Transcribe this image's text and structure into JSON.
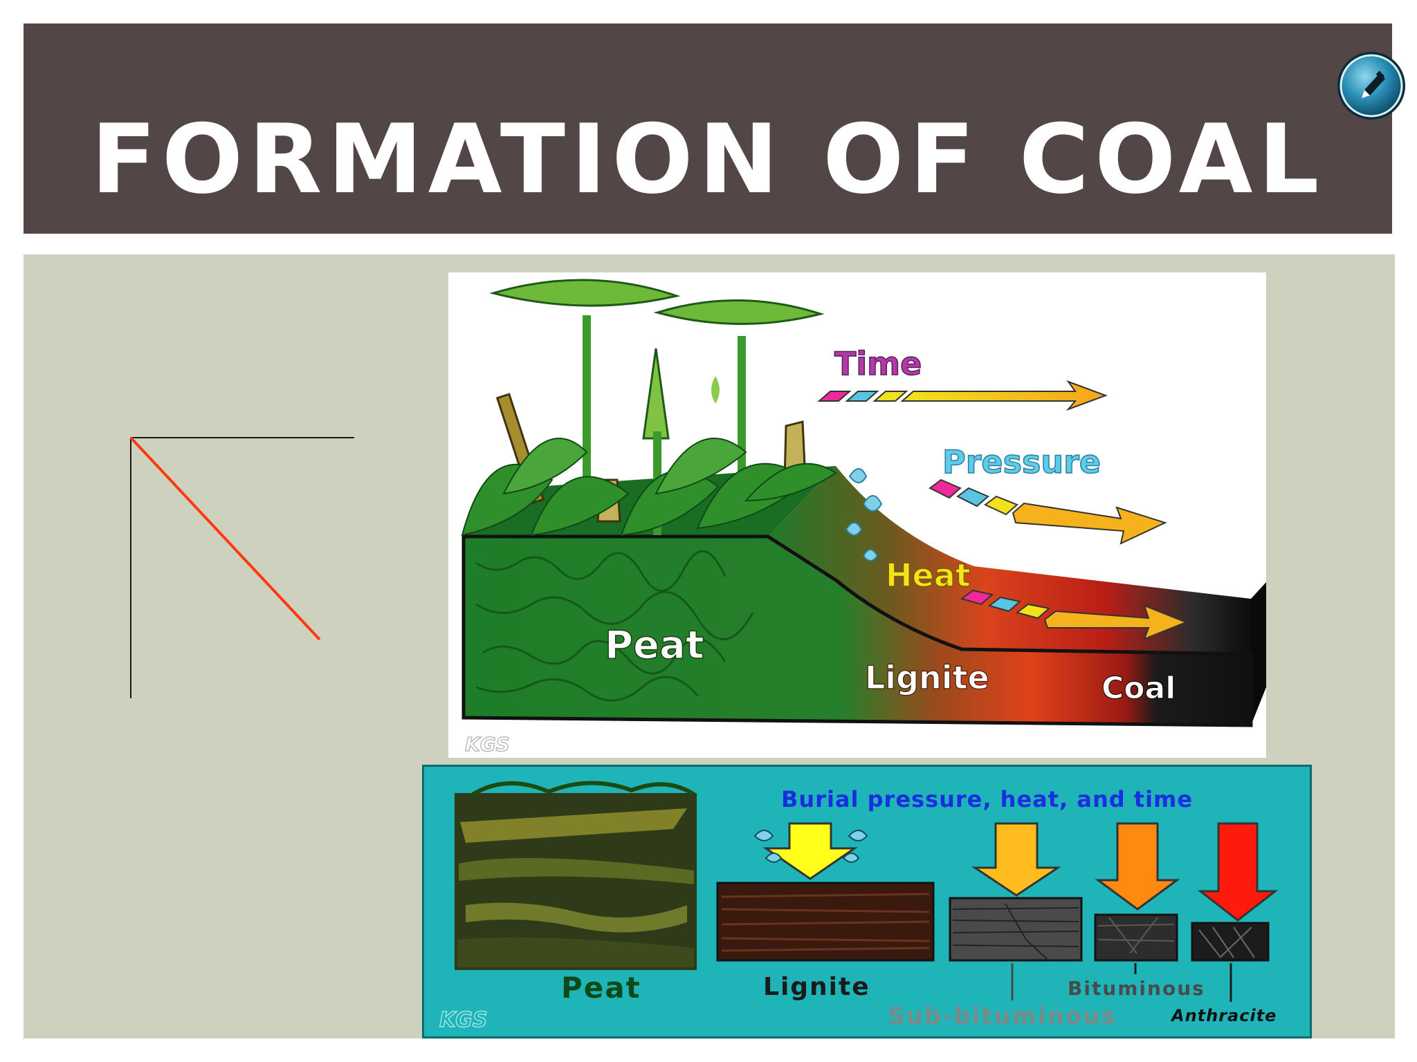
{
  "slide": {
    "title": "FORMATION OF COAL",
    "edit_button_icon": "pencil-icon"
  },
  "top_diagram": {
    "factors": {
      "time": "Time",
      "pressure": "Pressure",
      "heat": "Heat"
    },
    "layers": {
      "peat": "Peat",
      "lignite": "Lignite",
      "coal": "Coal"
    },
    "logo": "KGS"
  },
  "bottom_diagram": {
    "heading": "Burial pressure, heat, and time",
    "stages": {
      "peat": "Peat",
      "lignite": "Lignite",
      "sub_bituminous": "Sub-bituminous",
      "bituminous": "Bituminous",
      "anthracite": "Anthracite"
    },
    "logo": "KGS"
  },
  "colors": {
    "title_bar": "#524646",
    "content_bg": "#cdd1bd",
    "bottom_panel_bg": "#1fb5b8",
    "time_label": "#b03aa8",
    "pressure_label": "#5ecbe8",
    "heat_label": "#f4e31a",
    "burial_heading": "#1a2ee0",
    "red_line": "#ff3a12"
  }
}
